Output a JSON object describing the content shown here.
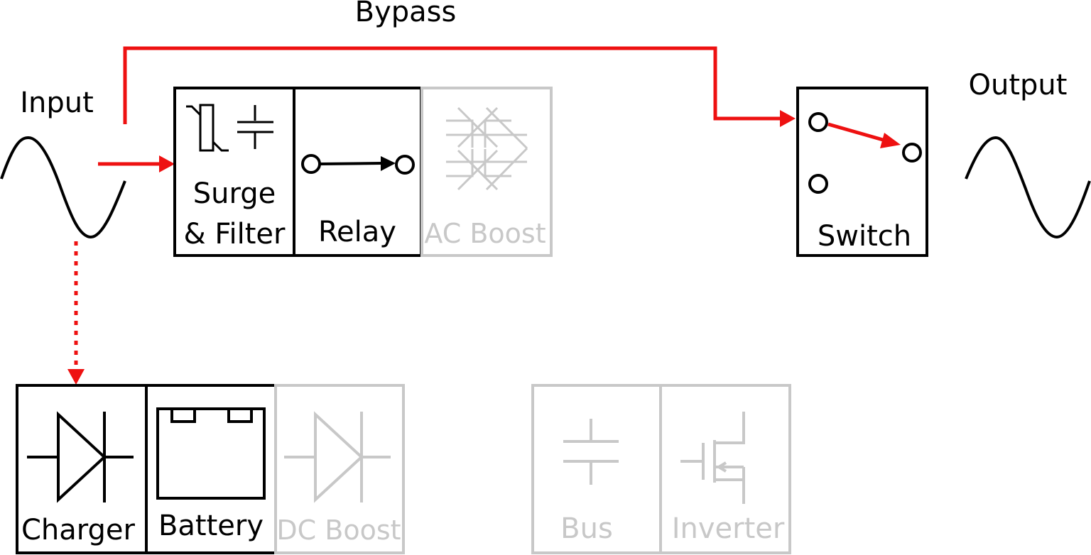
{
  "colors": {
    "active": "#000000",
    "inactive": "#c8c8c8",
    "flow": "#ee1111",
    "background": "#ffffff"
  },
  "labels": {
    "bypass": "Bypass",
    "input": "Input",
    "output": "Output"
  },
  "blocks": {
    "surge_filter": {
      "line1": "Surge",
      "line2": "& Filter",
      "state": "active",
      "icon": "varistor-capacitor-icon"
    },
    "relay": {
      "label": "Relay",
      "state": "active",
      "icon": "relay-contact-icon"
    },
    "ac_boost": {
      "label": "AC Boost",
      "state": "inactive",
      "icon": "transformer-icon"
    },
    "switch": {
      "label": "Switch",
      "state": "active",
      "icon": "changeover-switch-icon"
    },
    "charger": {
      "label": "Charger",
      "state": "active",
      "icon": "diode-icon"
    },
    "battery": {
      "label": "Battery",
      "state": "active",
      "icon": "battery-icon"
    },
    "dc_boost": {
      "label": "DC Boost",
      "state": "inactive",
      "icon": "diode-icon"
    },
    "bus": {
      "label": "Bus",
      "state": "inactive",
      "icon": "capacitor-icon"
    },
    "inverter": {
      "label": "Inverter",
      "state": "inactive",
      "icon": "mosfet-icon"
    }
  }
}
